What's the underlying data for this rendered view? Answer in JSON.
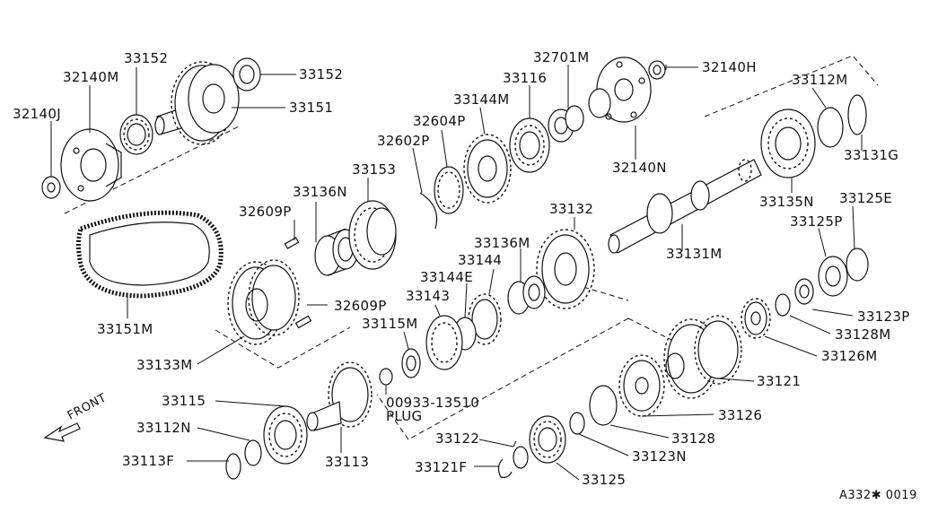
{
  "diagram": {
    "id_code": "A332✱ 0019",
    "front_label": "FRONT",
    "plug_label": "PLUG",
    "parts": {
      "p32140J": "32140J",
      "p32140M": "32140M",
      "p33152a": "33152",
      "p33152b": "33152",
      "p33151": "33151",
      "p33151M": "33151M",
      "p32609Pa": "32609P",
      "p32609Pb": "32609P",
      "p33136N": "33136N",
      "p33153": "33153",
      "p32602P": "32602P",
      "p32604P": "32604P",
      "p33144M": "33144M",
      "p33116": "33116",
      "p32701M": "32701M",
      "p32140H": "32140H",
      "p32140N": "32140N",
      "p33112M": "33112M",
      "p33131G": "33131G",
      "p33135N": "33135N",
      "p33125E": "33125E",
      "p33125P": "33125P",
      "p33132": "33132",
      "p33131M": "33131M",
      "p33136M": "33136M",
      "p33144": "33144",
      "p33144E": "33144E",
      "p33143": "33143",
      "p33133M": "33133M",
      "p33115M": "33115M",
      "p00933": "00933-13510",
      "p33123P": "33123P",
      "p33128M": "33128M",
      "p33126M": "33126M",
      "p33121": "33121",
      "p33126": "33126",
      "p33128": "33128",
      "p33123N": "33123N",
      "p33125": "33125",
      "p33122": "33122",
      "p33121F": "33121F",
      "p33115": "33115",
      "p33112N": "33112N",
      "p33113F": "33113F",
      "p33113": "33113"
    }
  }
}
